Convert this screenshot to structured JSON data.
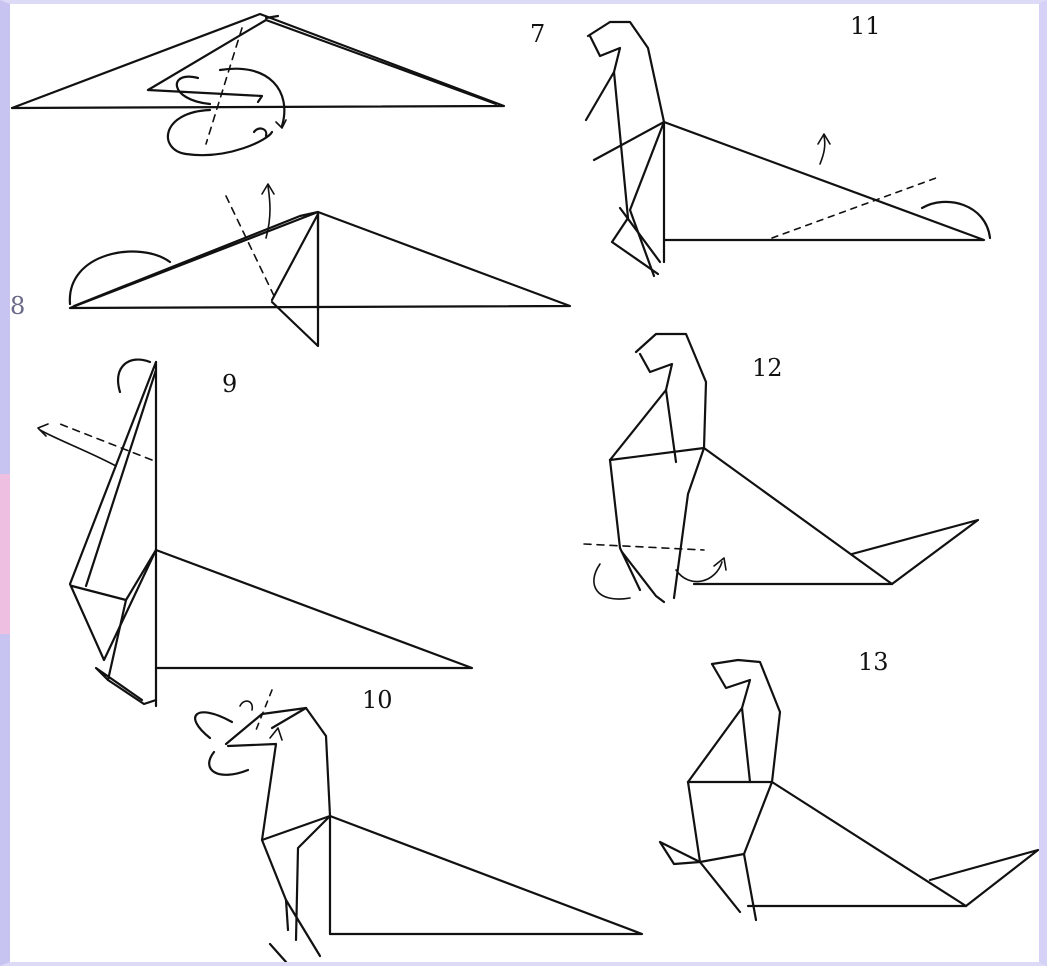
{
  "steps": [
    {
      "id": "7",
      "label": "7"
    },
    {
      "id": "8",
      "label": "8"
    },
    {
      "id": "9",
      "label": "9"
    },
    {
      "id": "10",
      "label": "10"
    },
    {
      "id": "11",
      "label": "11"
    },
    {
      "id": "12",
      "label": "12"
    },
    {
      "id": "13",
      "label": "13"
    }
  ],
  "colors": {
    "line": "#111111",
    "frame_left": "#c7c4f2",
    "frame_glow": "#eebfe0"
  }
}
